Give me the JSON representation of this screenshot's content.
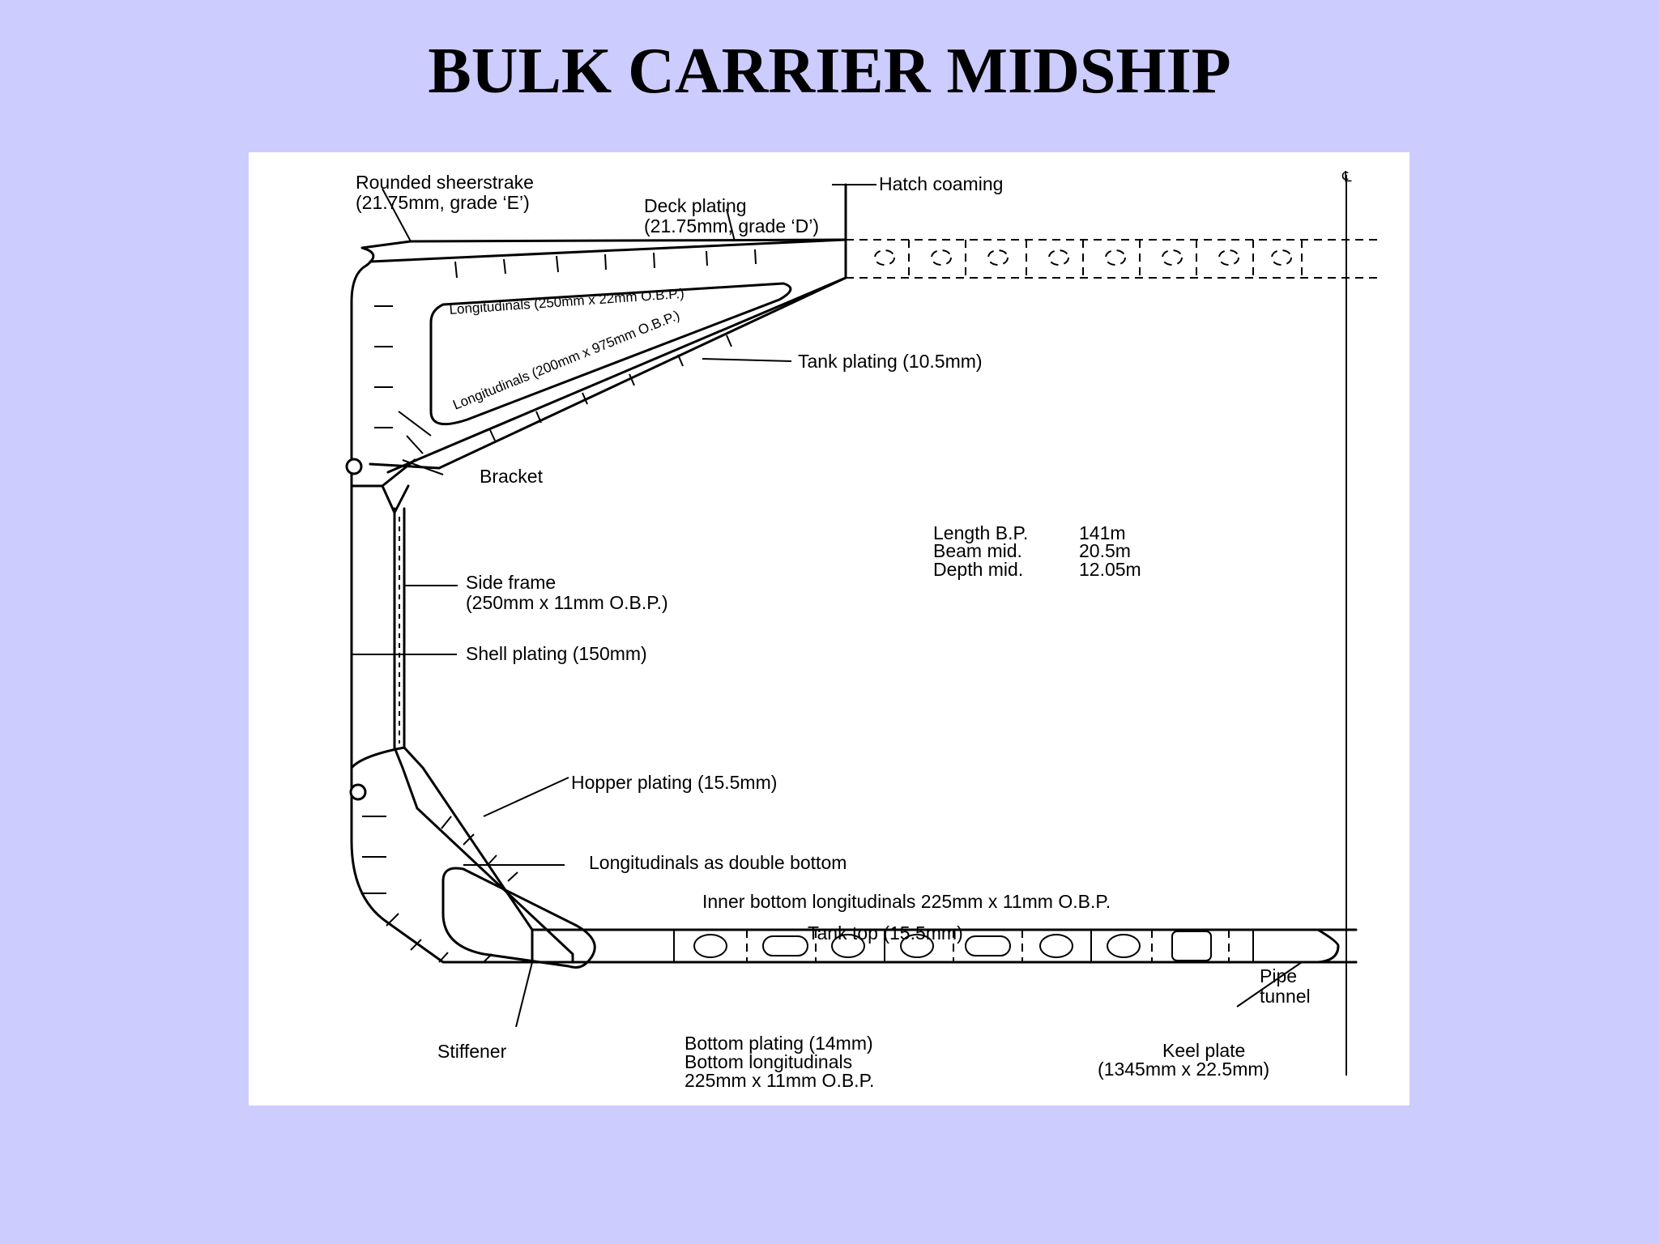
{
  "title": "BULK CARRIER MIDSHIP",
  "centerline_symbol": "℄",
  "labels": {
    "rounded_sheerstrake_1": "Rounded sheerstrake",
    "rounded_sheerstrake_2": "(21.75mm, grade ‘E’)",
    "deck_plating_1": "Deck plating",
    "deck_plating_2": "(21.75mm, grade ‘D’)",
    "hatch_coaming": "Hatch coaming",
    "longitudinals_upper": "Longitudinals (250mm x 22mm O.B.P.)",
    "longitudinals_lower": "Longitudinals (200mm x 975mm O.B.P.)",
    "tank_plating": "Tank plating (10.5mm)",
    "bracket": "Bracket",
    "side_frame_1": "Side frame",
    "side_frame_2": "(250mm x 11mm O.B.P.)",
    "shell_plating": "Shell plating (150mm)",
    "hopper_plating": "Hopper plating (15.5mm)",
    "longitudinals_double_bottom": "Longitudinals as double bottom",
    "inner_bottom_longitudinals": "Inner bottom longitudinals 225mm x 11mm O.B.P.",
    "tank_top": "Tank top (15.5mm)",
    "pipe_tunnel_1": "Pipe",
    "pipe_tunnel_2": "tunnel",
    "stiffener": "Stiffener",
    "bottom_plating_1": "Bottom plating (14mm)",
    "bottom_plating_2": "Bottom longitudinals",
    "bottom_plating_3": "225mm x 11mm O.B.P.",
    "keel_plate_1": "Keel plate",
    "keel_plate_2": "(1345mm x 22.5mm)"
  },
  "particulars": [
    {
      "label": "Length B.P.",
      "value": "141m"
    },
    {
      "label": "Beam mid.",
      "value": "20.5m"
    },
    {
      "label": "Depth mid.",
      "value": "12.05m"
    }
  ]
}
